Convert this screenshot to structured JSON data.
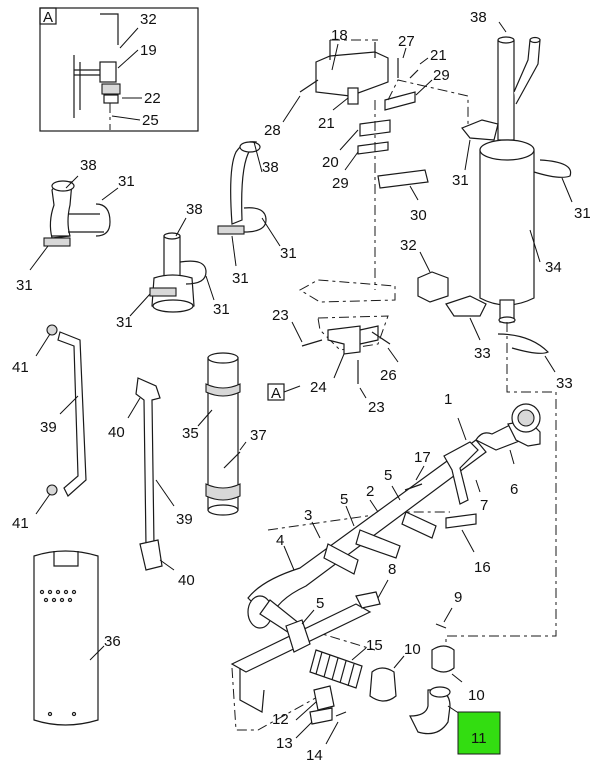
{
  "detail_box": {
    "letter": "A"
  },
  "callout_ref": "A",
  "highlight": {
    "label": "11",
    "color": "#33dd11"
  },
  "callouts": {
    "c32a": "32",
    "c19": "19",
    "c22": "22",
    "c25": "25",
    "c18": "18",
    "c27": "27",
    "c21a": "21",
    "c21b": "21",
    "c29a": "29",
    "c28": "28",
    "c20": "20",
    "c29b": "29",
    "c30": "30",
    "c38a": "38",
    "c38b": "38",
    "c38c": "38",
    "c38d": "38",
    "c31a": "31",
    "c31b": "31",
    "c31c": "31",
    "c31d": "31",
    "c31e": "31",
    "c31f": "31",
    "c31g": "31",
    "c31h": "31",
    "c34": "34",
    "c32b": "32",
    "c33a": "33",
    "c33b": "33",
    "c23a": "23",
    "c23b": "23",
    "c24": "24",
    "c26": "26",
    "c41a": "41",
    "c41b": "41",
    "c39a": "39",
    "c39b": "39",
    "c40a": "40",
    "c40b": "40",
    "c35": "35",
    "c37": "37",
    "c36": "36",
    "c1": "1",
    "c6": "6",
    "c17": "17",
    "c5a": "5",
    "c5b": "5",
    "c5c": "5",
    "c2": "2",
    "c3": "3",
    "c4": "4",
    "c7": "7",
    "c16": "16",
    "c8": "8",
    "c9": "9",
    "c15": "15",
    "c10a": "10",
    "c10b": "10",
    "c12": "12",
    "c13": "13",
    "c14": "14"
  }
}
